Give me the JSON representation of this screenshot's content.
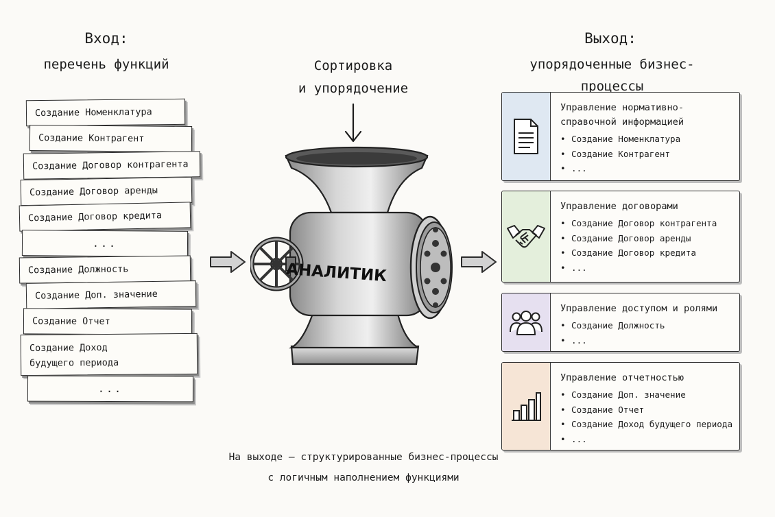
{
  "input": {
    "title": "Вход:",
    "subtitle": "перечень функций",
    "items": [
      "Создание Номенклатура",
      "Создание Контрагент",
      "Создание Договор контрагента",
      "Создание Договор аренды",
      "Создание Договор кредита",
      "...",
      "Создание Должность",
      "Создание Доп. значение",
      "Создание Отчет",
      "Создание Доход\nбудущего периода",
      "..."
    ]
  },
  "process": {
    "caption_line1": "Сортировка",
    "caption_line2": "и упорядочение",
    "machine_label": "АНАЛИТИК"
  },
  "output": {
    "title": "Выход:",
    "subtitle": "упорядоченные бизнес-процессы",
    "groups": [
      {
        "title": "Управление нормативно-\nсправочной информацией",
        "icon": "document-icon",
        "color": "#dfe8f2",
        "items": [
          "Создание Номенклатура",
          "Создание Контрагент",
          "..."
        ]
      },
      {
        "title": "Управление договорами",
        "icon": "handshake-icon",
        "color": "#e4efdc",
        "items": [
          "Создание Договор контрагента",
          "Создание Договор аренды",
          "Создание Договор кредита",
          "..."
        ]
      },
      {
        "title": "Управление доступом и ролями",
        "icon": "people-icon",
        "color": "#e6e0f0",
        "items": [
          "Создание Должность",
          "..."
        ]
      },
      {
        "title": "Управление отчетностью",
        "icon": "bar-chart-icon",
        "color": "#f6e5d6",
        "items": [
          "Создание Доп. значение",
          "Создание Отчет",
          "Создание Доход будущего периода",
          "..."
        ]
      }
    ]
  },
  "footer": {
    "line1": "На выходе – структурированные бизнес-процессы",
    "line2": "с логичным наполнением функциями"
  }
}
